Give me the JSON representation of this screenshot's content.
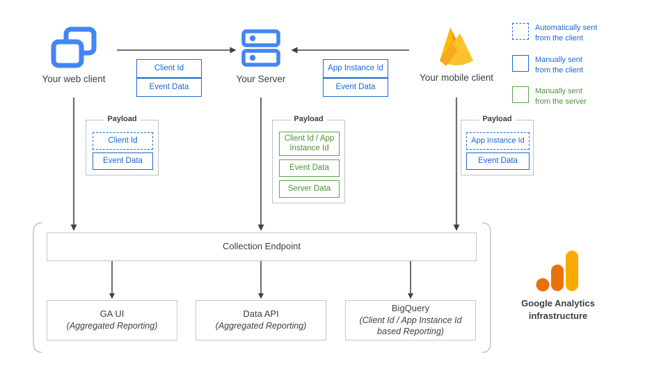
{
  "diagram": {
    "title": "Google Analytics data collection architecture",
    "colors": {
      "blue": "#1967d2",
      "icon_blue": "#4285f4",
      "green": "#4a9338",
      "green_border": "#5ca44b",
      "grey_line": "#9aa0a6",
      "arrow_dark": "#3c4043",
      "box_border": "#c3c6ca",
      "ga_orange_dark": "#e8710a",
      "ga_orange_light": "#f9ab00"
    },
    "nodes": [
      {
        "id": "web-client",
        "label": "Your web client",
        "icon": "browser-windows-icon"
      },
      {
        "id": "server",
        "label": "Your Server",
        "icon": "server-racks-icon"
      },
      {
        "id": "mobile-client",
        "label": "Your mobile client",
        "icon": "firebase-flame-icon"
      }
    ],
    "transfer_chips": {
      "web_to_server": [
        {
          "label": "Client Id",
          "style": "blue"
        },
        {
          "label": "Event Data",
          "style": "blue"
        }
      ],
      "mobile_to_server": [
        {
          "label": "App Instance Id",
          "style": "blue"
        },
        {
          "label": "Event Data",
          "style": "blue"
        }
      ]
    },
    "payloads": [
      {
        "id": "web-payload",
        "title": "Payload",
        "items": [
          {
            "label": "Client Id",
            "style": "blue-dashed"
          },
          {
            "label": "Event Data",
            "style": "blue-solid"
          }
        ]
      },
      {
        "id": "server-payload",
        "title": "Payload",
        "items": [
          {
            "label": "Client Id / App Instance Id",
            "style": "green-solid"
          },
          {
            "label": "Event Data",
            "style": "green-solid"
          },
          {
            "label": "Server Data",
            "style": "green-solid"
          }
        ]
      },
      {
        "id": "mobile-payload",
        "title": "Payload",
        "items": [
          {
            "label": "App Instance Id",
            "style": "blue-dashed"
          },
          {
            "label": "Event Data",
            "style": "blue-solid"
          }
        ]
      }
    ],
    "collection_endpoint": {
      "label": "Collection Endpoint"
    },
    "outputs": [
      {
        "id": "ga-ui",
        "title": "GA UI",
        "subtitle": "(Aggregated Reporting)"
      },
      {
        "id": "data-api",
        "title": "Data API",
        "subtitle": "(Aggregated Reporting)"
      },
      {
        "id": "bigquery",
        "title": "BigQuery",
        "subtitle": "(Client Id / App Instance Id based Reporting)"
      }
    ],
    "infrastructure": {
      "caption_line1": "Google Analytics",
      "caption_line2": "infrastructure",
      "icon": "google-analytics-logo"
    },
    "legend": [
      {
        "swatch": "dashed-blue",
        "line1": "Automatically sent",
        "line2": "from the client",
        "color": "blue"
      },
      {
        "swatch": "solid-blue",
        "line1": "Manually sent",
        "line2": "from the client",
        "color": "blue"
      },
      {
        "swatch": "solid-green",
        "line1": "Manually sent",
        "line2": "from the server",
        "color": "green"
      }
    ]
  }
}
